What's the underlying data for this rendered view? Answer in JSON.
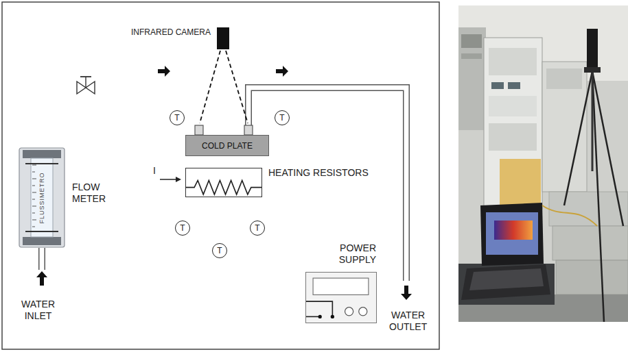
{
  "diagram": {
    "nodes": [
      {
        "text": [
          "INFRARED CAMERA"
        ]
      },
      {
        "text": [
          "T"
        ]
      },
      {
        "text": [
          "T"
        ]
      },
      {
        "text": [
          "COLD PLATE"
        ]
      },
      {
        "text": [
          "FLUSSIMETRO",
          "FLOW METER"
        ]
      },
      {
        "text": [
          "HEATING RESISTORS"
        ]
      },
      {
        "text": [
          "T"
        ]
      },
      {
        "text": [
          "T"
        ]
      },
      {
        "text": [
          "T"
        ]
      },
      {
        "text": [
          "POWER SUPPLY"
        ]
      }
    ],
    "edges": [
      {
        "from": 1,
        "to": 3,
        "arrow": "none"
      },
      {
        "from": 2,
        "to": 3,
        "arrow": "none"
      },
      {
        "from": 6,
        "to": 5,
        "arrow": "none"
      },
      {
        "from": 8,
        "to": 5,
        "arrow": "none"
      },
      {
        "from": 7,
        "to": 5,
        "arrow": "none"
      },
      {
        "from": 4,
        "to": 3,
        "arrow": "none"
      },
      {
        "from": 9,
        "to": 5,
        "arrow": "none"
      },
      {
        "from": 9,
        "to": 5,
        "arrow": "none"
      }
    ],
    "labels": [
      "I",
      "WATER INLET",
      "WATER OUTLET"
    ]
  }
}
